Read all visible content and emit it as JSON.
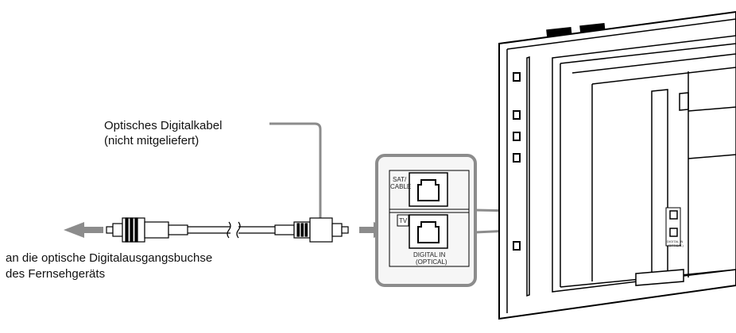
{
  "cable_label": {
    "line1": "Optisches Digitalkabel",
    "line2": "(nicht mitgeliefert)"
  },
  "destination_label": {
    "line1": "an die optische Digitalausgangsbuchse",
    "line2": "des Fernsehgeräts"
  },
  "panel": {
    "sat_line1": "SAT/",
    "sat_line2": "CABLE",
    "tv": "TV",
    "digital_line1": "DIGITAL IN",
    "digital_line2": "(OPTICAL)"
  },
  "colors": {
    "arrow": "#8c8c8c",
    "callout_line": "#8c8c8c",
    "panel_border": "#8c8c8c",
    "outline": "#000000"
  }
}
